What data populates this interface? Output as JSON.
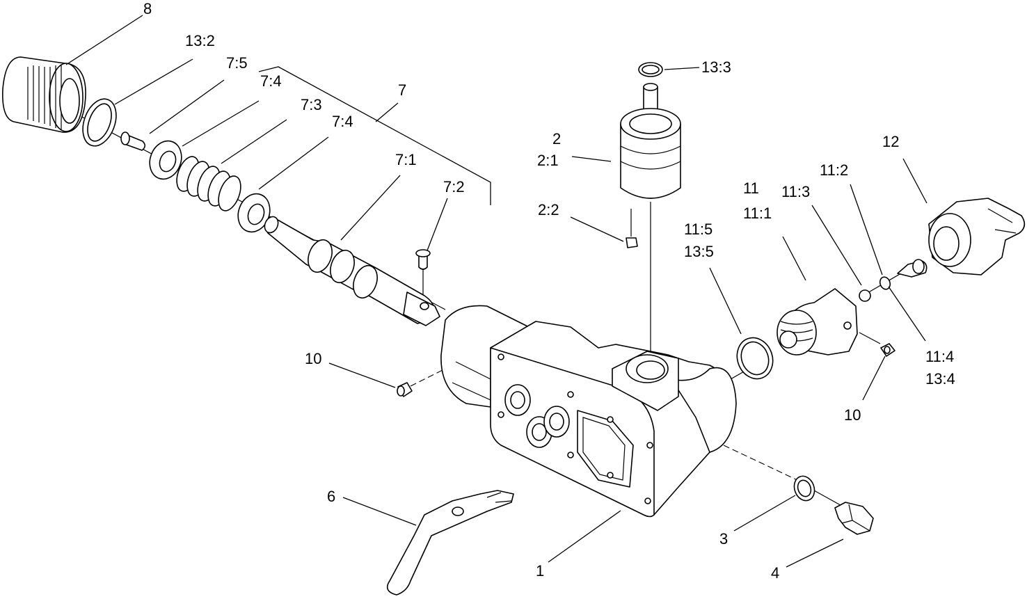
{
  "callouts": {
    "c8": "8",
    "c13_2": "13:2",
    "c7_5": "7:5",
    "c7_4a": "7:4",
    "c7_3": "7:3",
    "c7_4b": "7:4",
    "c7": "7",
    "c7_1": "7:1",
    "c7_2": "7:2",
    "c13_3": "13:3",
    "c2": "2",
    "c2_1": "2:1",
    "c2_2": "2:2",
    "c11": "11",
    "c11_1": "11:1",
    "c11_3": "11:3",
    "c11_2": "11:2",
    "c12": "12",
    "c11_5": "11:5",
    "c13_5": "13:5",
    "c11_4": "11:4",
    "c13_4": "13:4",
    "c10a": "10",
    "c10b": "10",
    "c6": "6",
    "c1": "1",
    "c3": "3",
    "c4": "4"
  }
}
